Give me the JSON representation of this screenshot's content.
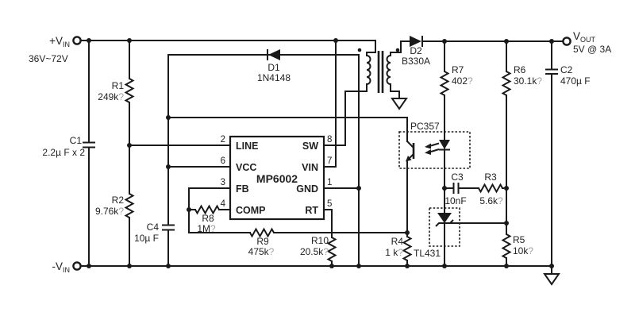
{
  "meta": {
    "description": "Isolated flyback DC-DC converter schematic based on MP6002",
    "input_range": "36V~72V",
    "output_rating": "5V @ 3A"
  },
  "terminals": {
    "vin_plus": {
      "prefix": "+V",
      "sub": "IN"
    },
    "vin_minus": {
      "prefix": "-V",
      "sub": "IN"
    },
    "vout": {
      "prefix": "V",
      "sub": "OUT",
      "rating": "5V @ 3A"
    },
    "input_range": "36V~72V"
  },
  "ic": {
    "part": "MP6002",
    "pins_left": [
      {
        "num": "2",
        "name": "LINE"
      },
      {
        "num": "6",
        "name": "VCC"
      },
      {
        "num": "3",
        "name": "FB"
      },
      {
        "num": "4",
        "name": "COMP"
      }
    ],
    "pins_right": [
      {
        "num": "8",
        "name": "SW"
      },
      {
        "num": "7",
        "name": "VIN"
      },
      {
        "num": "1",
        "name": "GND"
      },
      {
        "num": "5",
        "name": "RT"
      }
    ]
  },
  "components": {
    "R1": {
      "ref": "R1",
      "value": "249k",
      "ohm": "?"
    },
    "R2": {
      "ref": "R2",
      "value": "9.76k",
      "ohm": "?"
    },
    "R3": {
      "ref": "R3",
      "value": "5.6k",
      "ohm": "?"
    },
    "R4": {
      "ref": "R4",
      "value": "1 k",
      "ohm": "?"
    },
    "R5": {
      "ref": "R5",
      "value": "10k",
      "ohm": "?"
    },
    "R6": {
      "ref": "R6",
      "value": "30.1k",
      "ohm": "?"
    },
    "R7": {
      "ref": "R7",
      "value": "402",
      "ohm": "?"
    },
    "R8": {
      "ref": "R8",
      "value": "1M",
      "ohm": "?"
    },
    "R9": {
      "ref": "R9",
      "value": "475k",
      "ohm": "?"
    },
    "R10": {
      "ref": "R10",
      "value": "20.5k",
      "ohm": "?"
    },
    "C1": {
      "ref": "C1",
      "value": "2.2µ F x 2"
    },
    "C2": {
      "ref": "C2",
      "value": "470µ F"
    },
    "C3": {
      "ref": "C3",
      "value": "10nF"
    },
    "C4": {
      "ref": "C4",
      "value": "10µ F"
    },
    "D1": {
      "ref": "D1",
      "value": "1N4148"
    },
    "D2": {
      "ref": "D2",
      "value": "B330A"
    },
    "OPTO": {
      "ref": "PC357"
    },
    "SHUNT": {
      "ref": "TL431"
    }
  }
}
